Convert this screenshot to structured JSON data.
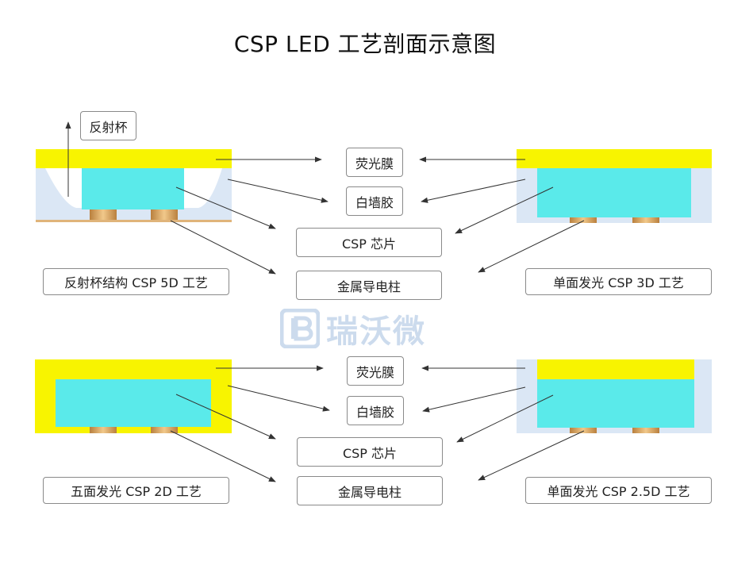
{
  "title": "CSP LED 工艺剖面示意图",
  "labels": {
    "reflector_cup": "反射杯",
    "phosphor_film": "荧光膜",
    "white_wall": "白墙胶",
    "csp_chip": "CSP 芯片",
    "metal_pillar": "金属导电柱"
  },
  "captions": {
    "five_d": "反射杯结构 CSP 5D 工艺",
    "three_d": "单面发光 CSP 3D 工艺",
    "two_d": "五面发光 CSP 2D 工艺",
    "two_five_d": "单面发光 CSP 2.5D 工艺"
  },
  "watermark": "瑞沃微",
  "colors": {
    "phosphor": "#f8f400",
    "chip": "#5aeaea",
    "white_wall": "#dbe7f5",
    "pillar": "#d9a560",
    "arrow": "#333333",
    "border": "#8a8a8a"
  }
}
